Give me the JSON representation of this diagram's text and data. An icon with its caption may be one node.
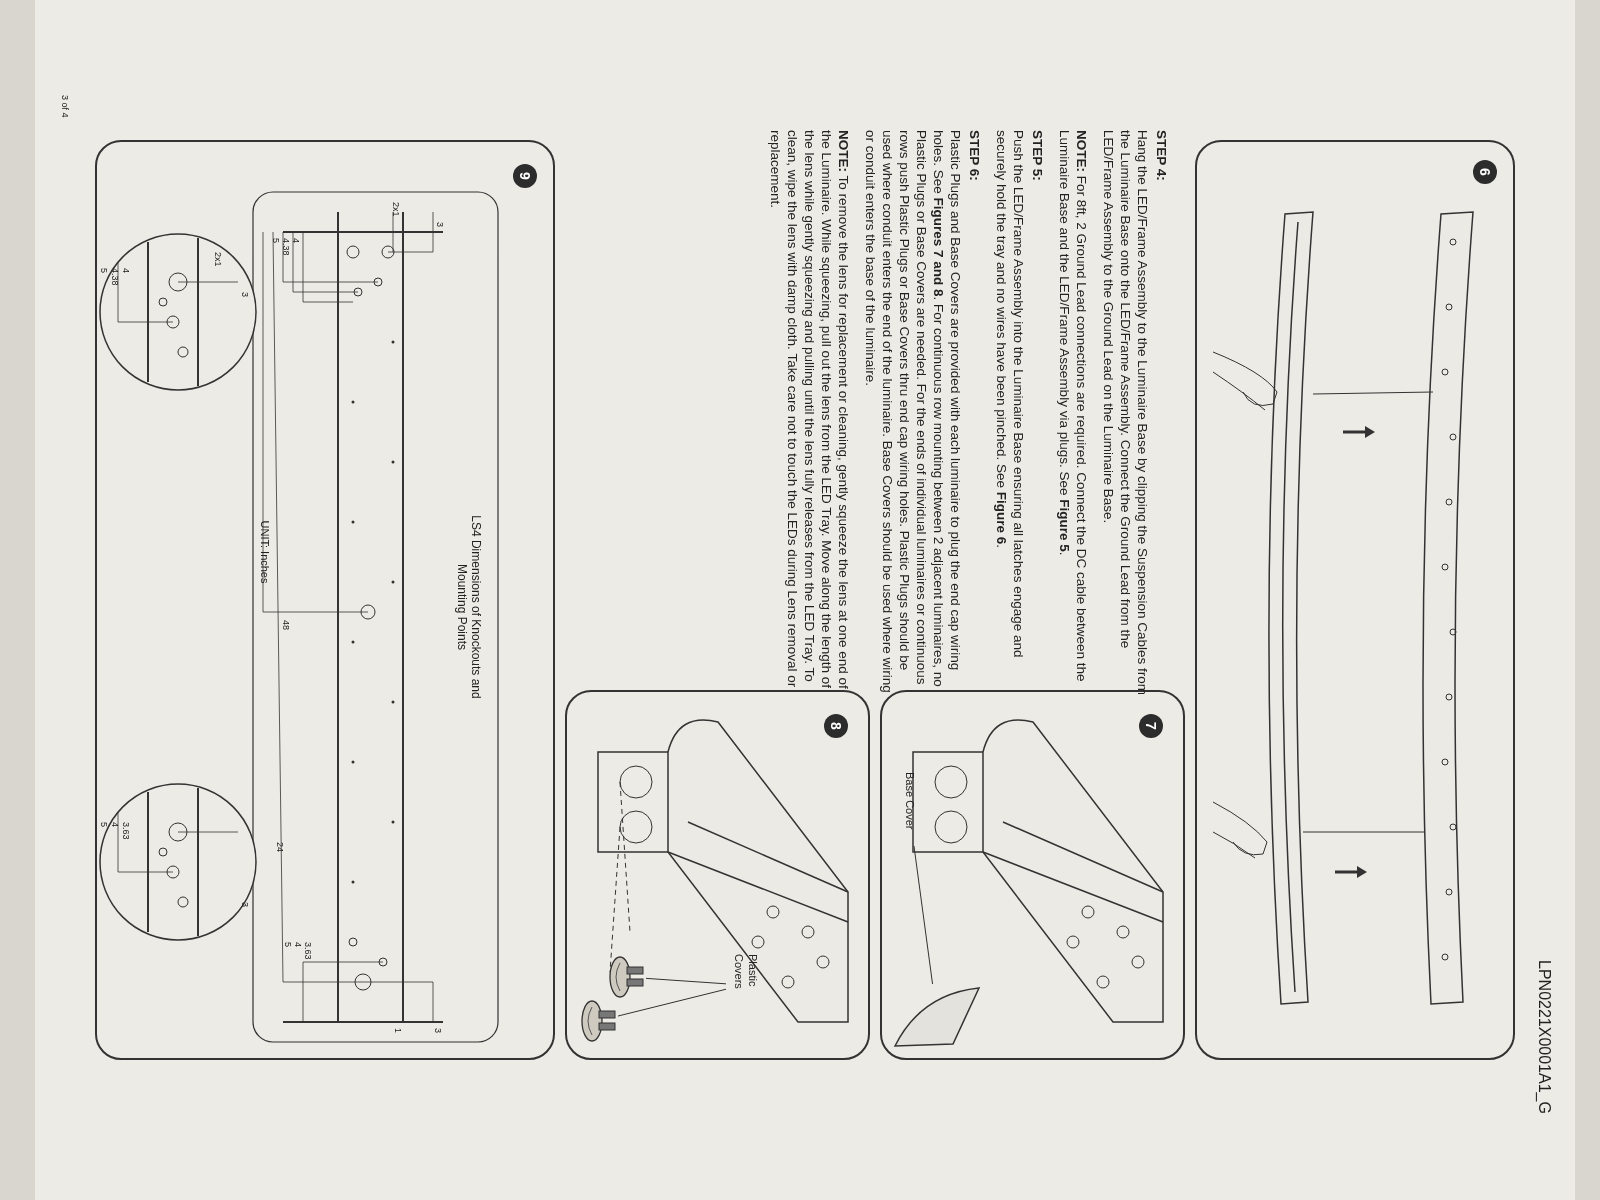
{
  "diagram": {
    "nodes": [
      {
        "text": [
          "6"
        ]
      },
      {
        "text": [
          "7"
        ]
      },
      {
        "text": [
          "Base Cover"
        ],
        "in": 1
      },
      {
        "text": [],
        "shape": "picture",
        "in": 1
      },
      {
        "text": [
          "8"
        ]
      },
      {
        "text": [
          "Plastic Covers"
        ],
        "in": 4
      },
      {
        "text": [],
        "shape": "picture",
        "in": 4
      },
      {
        "text": [],
        "shape": "picture",
        "in": 4
      },
      {
        "text": [
          "9",
          "LS4 Dimensions of Knockouts and Mounting Points",
          "UNIT: Inches"
        ]
      }
    ],
    "edges": [
      {
        "from": 2,
        "to": 3,
        "arrow": "none"
      },
      {
        "from": 5,
        "to": 6,
        "arrow": "none"
      },
      {
        "from": 5,
        "to": 7,
        "arrow": "none"
      }
    ],
    "labels": [
      "STEP 4:",
      "Hang the LED/Frame Assembly to the Luminaire Base by clipping the Suspension Cables from the Luminaire Base onto the LED/Frame Assembly. Connect the Ground Lead from the LED/Frame Assembly to the Ground Lead on the Luminaire Base.",
      "**NOTE:** For 8ft, 2 Ground Lead connections are required. Connect the DC cable between the Luminaire Base and the LED/Frame Assembly via plugs. See **Figure 5**.",
      "STEP 5:",
      "Push the LED/Frame Assembly into the Luminaire Base ensuring all latches engage and securely hold the tray and no wires have been pinched. See **Figure 6**.",
      "STEP 6:",
      "Plastic Plugs and Base Covers are provided with each luminaire to plug the end cap wiring holes. See **Figures 7 and 8**. For continuous row mounting between 2 adjacent luminaires, no Plastic Plugs or Base Covers are needed. For the ends of individual luminaires or continuous rows push Plastic Plugs or Base Covers thru end cap wiring holes. Plastic Plugs should be used where conduit enters the end of the luminaire. Base Covers should be used where wiring or conduit enters the base of the luminaire.",
      "**NOTE:** To remove the lens for replacement or cleaning, gently squeeze the lens at one end of the Luminaire. While squeezing, pull out the lens from the LED Tray. Move along the length of the lens while gently squeezing and pulling until the lens fully releases from the LED Tray. To clean, wipe the lens with damp cloth. Take care not to touch the LEDs during Lens removal or replacement.",
      "3",
      "2x1",
      "4",
      "4.38",
      "5",
      "48",
      "24",
      "3",
      "1",
      "3.63",
      "4",
      "5",
      "2x1",
      "3",
      "4",
      "4.38",
      "5",
      "3",
      "3.63",
      "4",
      "5",
      "3 of 4",
      "LPN0221X0001A1_G"
    ]
  }
}
